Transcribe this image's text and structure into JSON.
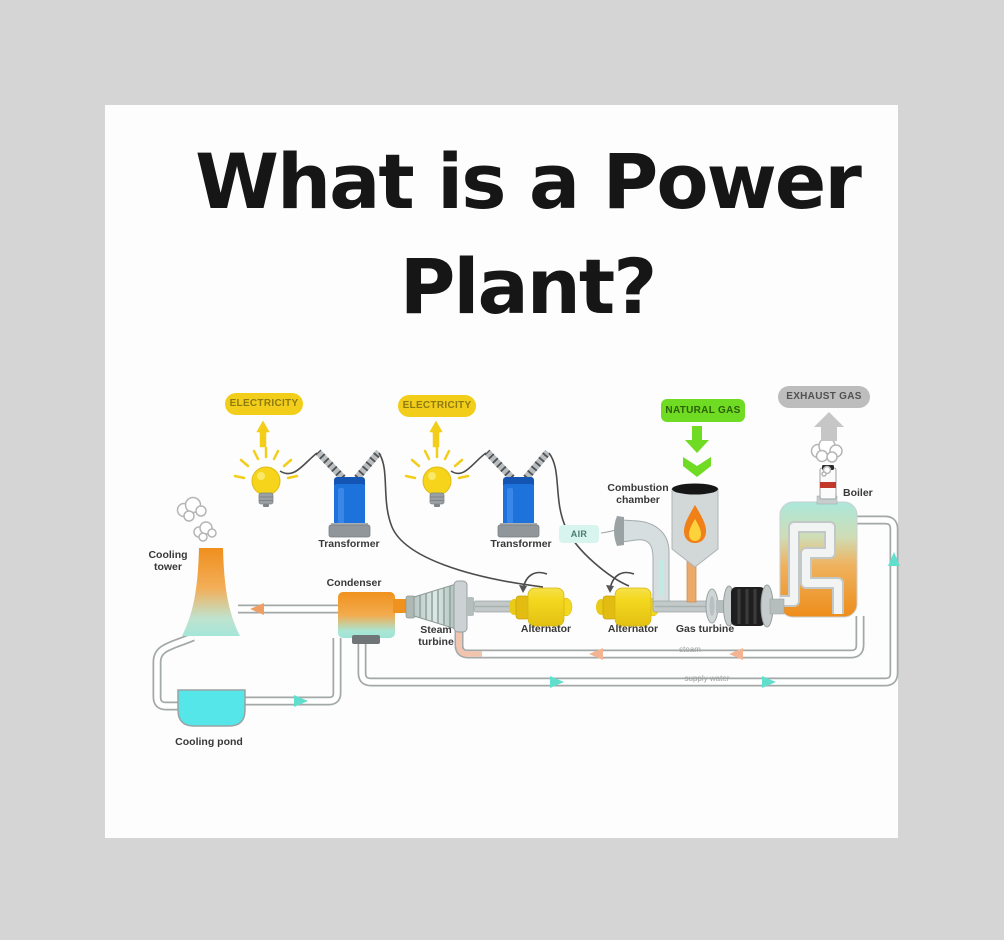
{
  "title": {
    "line1": "What is a Power",
    "line2": "Plant?"
  },
  "badges": {
    "electricity_left": "ELECTRICITY",
    "electricity_right": "ELECTRICITY",
    "natural_gas": "NATURAL GAS",
    "exhaust_gas": "EXHAUST GAS",
    "air": "AIR"
  },
  "labels": {
    "transformer_left": "Transformer",
    "transformer_right": "Transformer",
    "combustion_chamber": "Combustion chamber",
    "boiler": "Boiler",
    "cooling_tower": "Cooling tower",
    "condenser": "Condenser",
    "steam_turbine": "Steam turbine",
    "alternator_left": "Alternator",
    "alternator_right": "Alternator",
    "gas_turbine": "Gas turbine",
    "cooling_pond": "Cooling pond",
    "steam_line": "steam",
    "supply_water_line": "supply water"
  },
  "colors": {
    "background": "#d5d5d5",
    "canvas": "#fdfdfd",
    "title_text": "#161616",
    "electricity_badge": "#f2cd1a",
    "natural_gas_badge": "#6fdb23",
    "exhaust_gas_badge": "#bdbdbd",
    "air_badge": "#d8f4ee",
    "transformer_blue": "#1e72dc",
    "alternator_yellow": "#f4d81f",
    "gas_turbine_black": "#1f1f1f",
    "flame_orange": "#f08018",
    "boiler_orange": "#ee8d1a",
    "cooling_teal": "#a5e6d8",
    "pond_cyan": "#55e6ea",
    "steam_arrow": "#f2b492",
    "water_arrow": "#5fdfcc",
    "chimney_band_red": "#c0392b"
  }
}
